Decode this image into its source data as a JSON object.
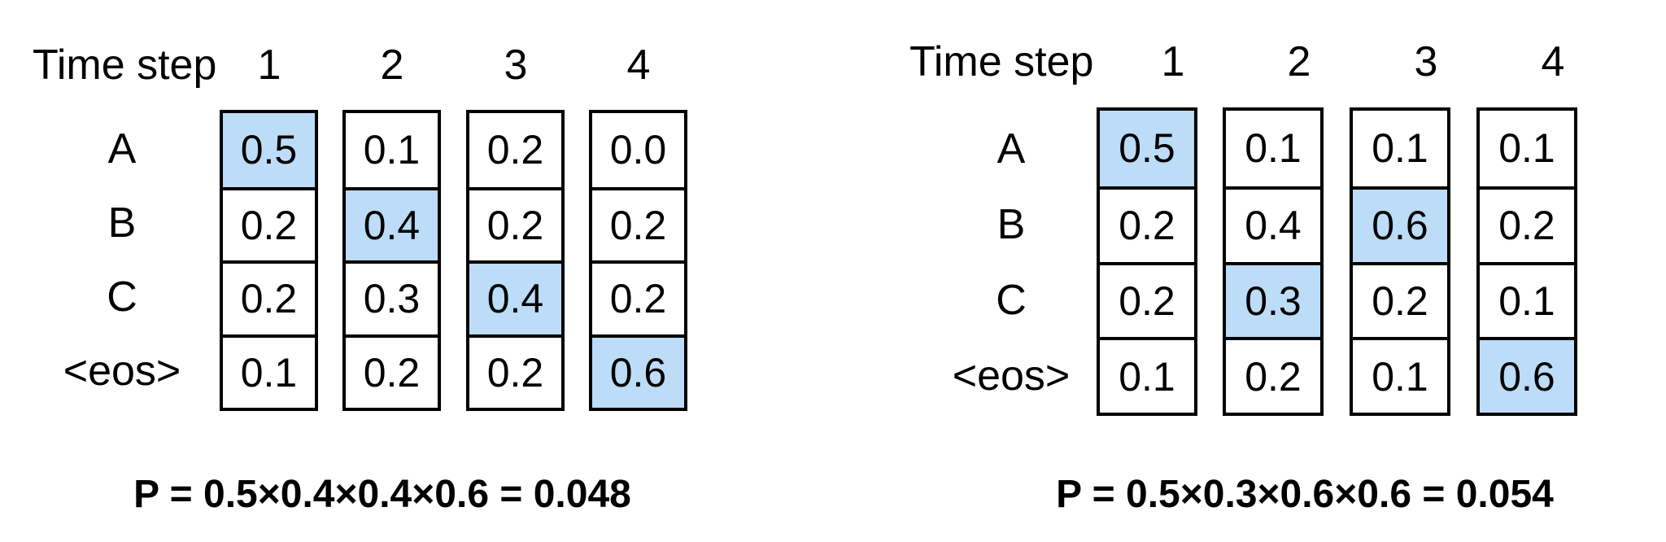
{
  "highlight_color": "#bcdcf7",
  "border_color": "#000000",
  "left": {
    "time_step_label": "Time step",
    "steps": [
      "1",
      "2",
      "3",
      "4"
    ],
    "rows": [
      "A",
      "B",
      "C",
      "<eos>"
    ],
    "columns": [
      {
        "values": [
          "0.5",
          "0.2",
          "0.2",
          "0.1"
        ],
        "selected": 0
      },
      {
        "values": [
          "0.1",
          "0.4",
          "0.3",
          "0.2"
        ],
        "selected": 1
      },
      {
        "values": [
          "0.2",
          "0.2",
          "0.4",
          "0.2"
        ],
        "selected": 2
      },
      {
        "values": [
          "0.0",
          "0.2",
          "0.2",
          "0.6"
        ],
        "selected": 3
      }
    ],
    "formula": "P = 0.5×0.4×0.4×0.6 = 0.048"
  },
  "right": {
    "time_step_label": "Time step",
    "steps": [
      "1",
      "2",
      "3",
      "4"
    ],
    "rows": [
      "A",
      "B",
      "C",
      "<eos>"
    ],
    "columns": [
      {
        "values": [
          "0.5",
          "0.2",
          "0.2",
          "0.1"
        ],
        "selected": 0
      },
      {
        "values": [
          "0.1",
          "0.4",
          "0.3",
          "0.2"
        ],
        "selected": 2
      },
      {
        "values": [
          "0.1",
          "0.6",
          "0.2",
          "0.1"
        ],
        "selected": 1
      },
      {
        "values": [
          "0.1",
          "0.2",
          "0.1",
          "0.6"
        ],
        "selected": 3
      }
    ],
    "formula": "P = 0.5×0.3×0.6×0.6 = 0.054"
  }
}
